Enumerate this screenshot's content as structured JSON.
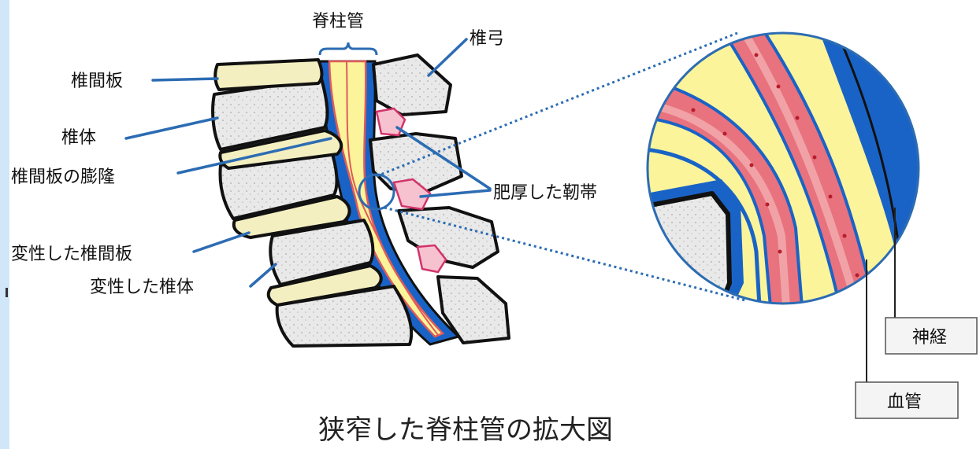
{
  "labels": {
    "spinal_canal": "脊柱管",
    "vertebral_arch": "椎弓",
    "intervertebral_disc": "椎間板",
    "vertebral_body": "椎体",
    "disc_bulge": "椎間板の膨隆",
    "thickened_ligament": "肥厚した靭帯",
    "degenerated_disc": "変性した椎間板",
    "degenerated_vertebral_body": "変性した椎体",
    "nerve": "神経",
    "blood_vessel": "血管"
  },
  "caption": "狭窄した脊柱管の拡大図",
  "colors": {
    "leader_blue": "#2c6cb3",
    "canal_blue": "#1a63c6",
    "nerve_yellow": "#fbf49a",
    "vessel_red": "#e8727e",
    "vessel_pink": "#f5b6b8",
    "ligament_pink": "#f7c2cf",
    "bone_gray": "#e9e9e9",
    "disc_cream": "#f4efc0",
    "side_strip": "#cfe7f8"
  }
}
